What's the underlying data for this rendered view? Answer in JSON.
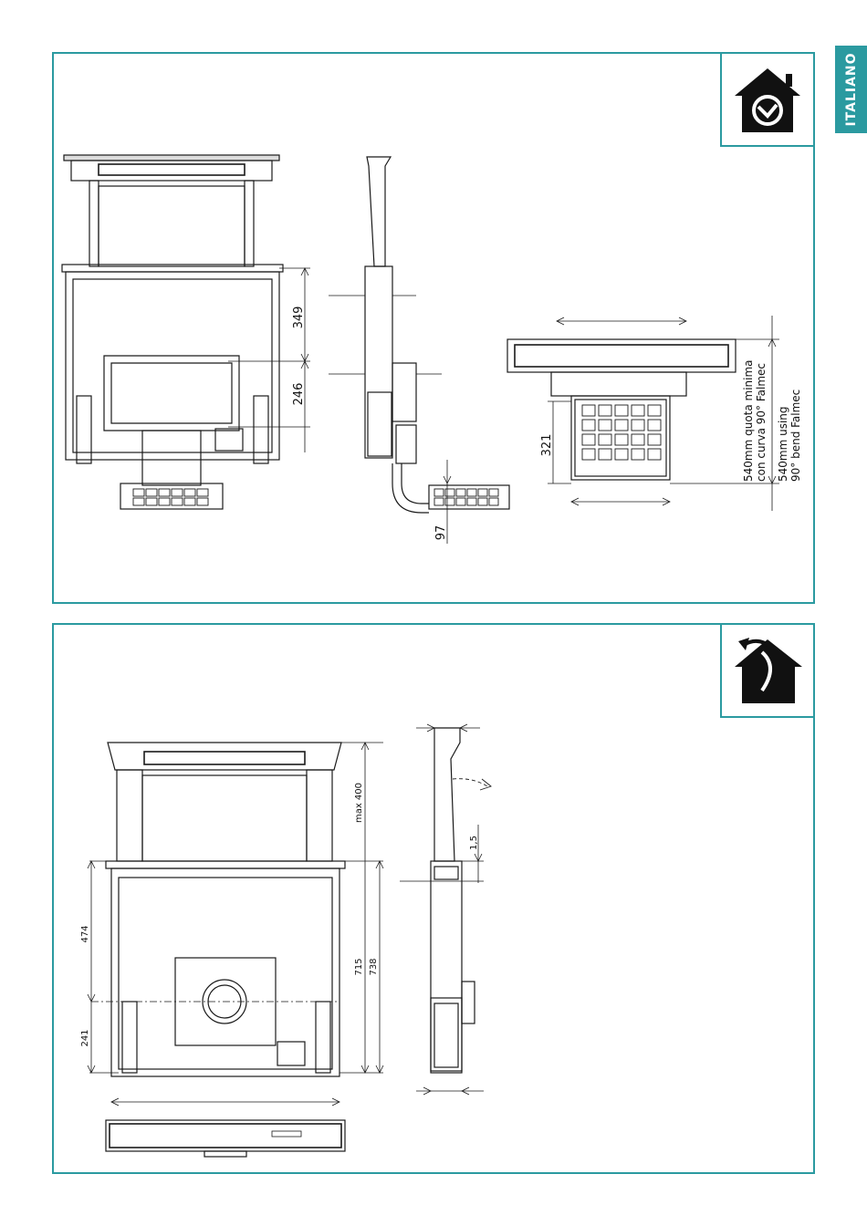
{
  "language_tab": "ITALIANO",
  "icons": {
    "top": "house-recirculation-icon",
    "bottom": "house-extraction-icon"
  },
  "colors": {
    "frame": "#2b9aa0",
    "line": "#1a1a1a"
  },
  "top_dims": {
    "d349": "349",
    "d246": "246",
    "d97": "97",
    "d321": "321"
  },
  "top_notes": {
    "it_line1": "540mm quota minima",
    "it_line2": "con curva 90° Falmec",
    "en_line1": "540mm using",
    "en_line2": "90° bend Falmec"
  },
  "bottom_dims": {
    "max400": "max 400",
    "d474": "474",
    "d241": "241",
    "d715": "715",
    "d738": "738",
    "d15": "1,5"
  }
}
